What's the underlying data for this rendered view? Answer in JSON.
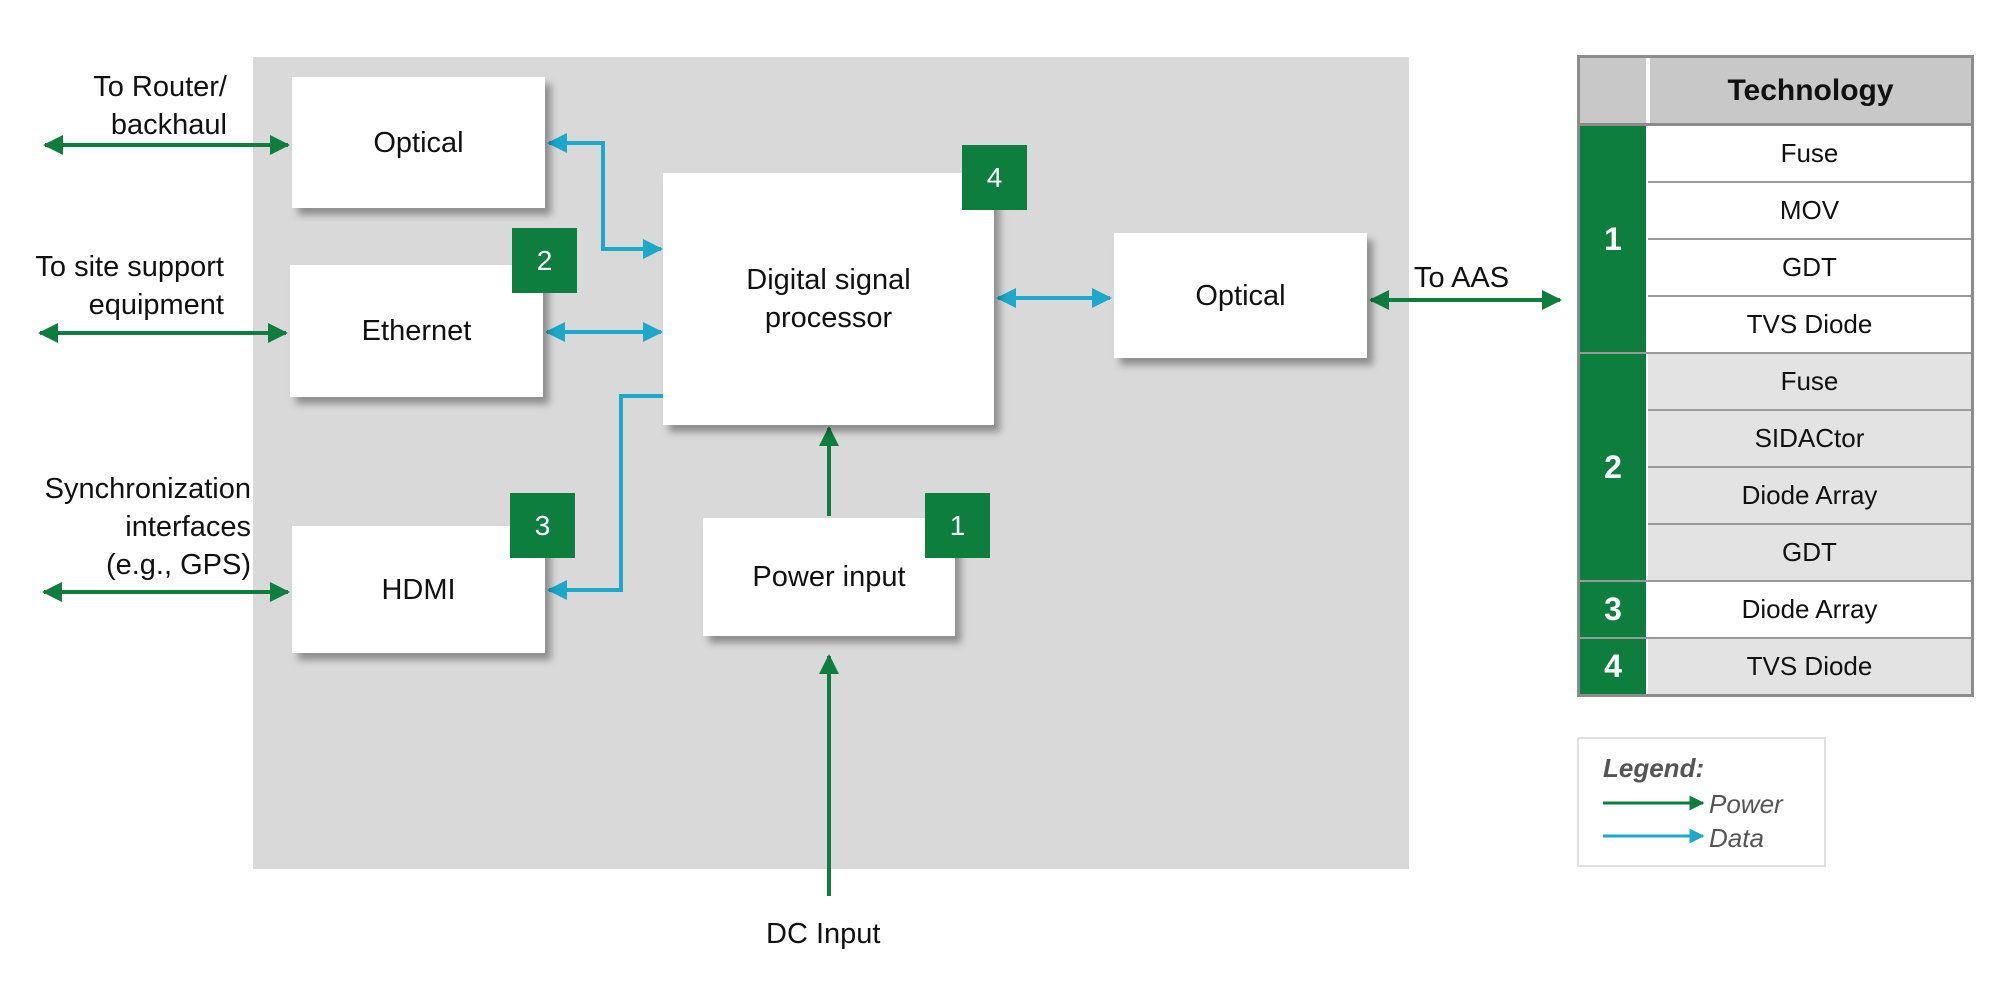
{
  "colors": {
    "power": "#0d7e3e",
    "data": "#1ba8c9",
    "badge_bg": "#0d7e3e",
    "canvas_bg": "#d9d9d9",
    "table_header_bg": "#c8c8c8",
    "table_shade_bg": "#e3e3e3"
  },
  "external_labels": {
    "router": [
      "To Router/",
      "backhaul"
    ],
    "site_support": [
      "To site support",
      "equipment"
    ],
    "sync": [
      "Synchronization",
      "interfaces",
      "(e.g., GPS)"
    ],
    "aas": "To AAS",
    "dc_input": "DC Input"
  },
  "blocks": {
    "optical_left": "Optical",
    "ethernet": "Ethernet",
    "hdmi": "HDMI",
    "dsp": [
      "Digital signal",
      "processor"
    ],
    "power_input": "Power input",
    "optical_right": "Optical"
  },
  "badges": {
    "ethernet": "2",
    "hdmi": "3",
    "dsp": "4",
    "power_input": "1"
  },
  "table": {
    "header": "Technology",
    "groups": [
      {
        "id": "1",
        "items": [
          "Fuse",
          "MOV",
          "GDT",
          "TVS Diode"
        ]
      },
      {
        "id": "2",
        "items": [
          "Fuse",
          "SIDACtor",
          "Diode Array",
          "GDT"
        ]
      },
      {
        "id": "3",
        "items": [
          "Diode Array"
        ]
      },
      {
        "id": "4",
        "items": [
          "TVS Diode"
        ]
      }
    ]
  },
  "legend": {
    "title": "Legend:",
    "items": [
      {
        "label": "Power",
        "type": "power"
      },
      {
        "label": "Data",
        "type": "data"
      }
    ]
  }
}
